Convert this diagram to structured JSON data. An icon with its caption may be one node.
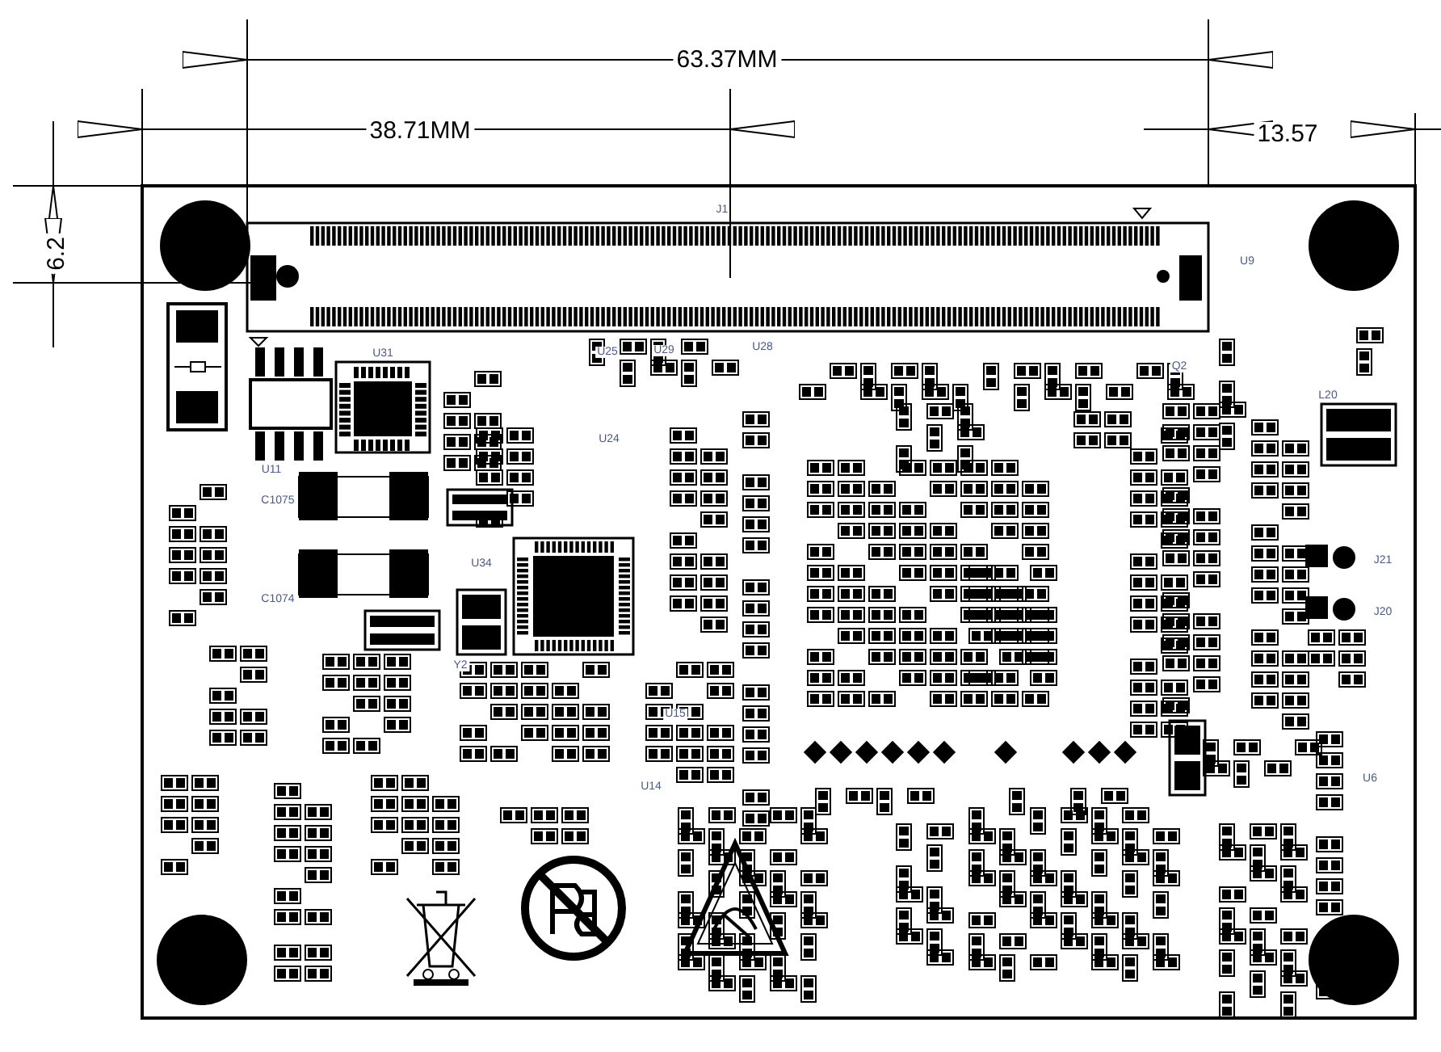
{
  "diagram": {
    "labels": [
      "63.37MM",
      "38.71MM",
      "13.57",
      "6.2",
      "J1",
      "U31",
      "U25",
      "U29",
      "U28",
      "U9",
      "Q2",
      "L20",
      "U11",
      "U24",
      "C1075",
      "U34",
      "J21",
      "C1074",
      "J20",
      "Y2",
      "U15",
      "U14",
      "U6"
    ]
  }
}
